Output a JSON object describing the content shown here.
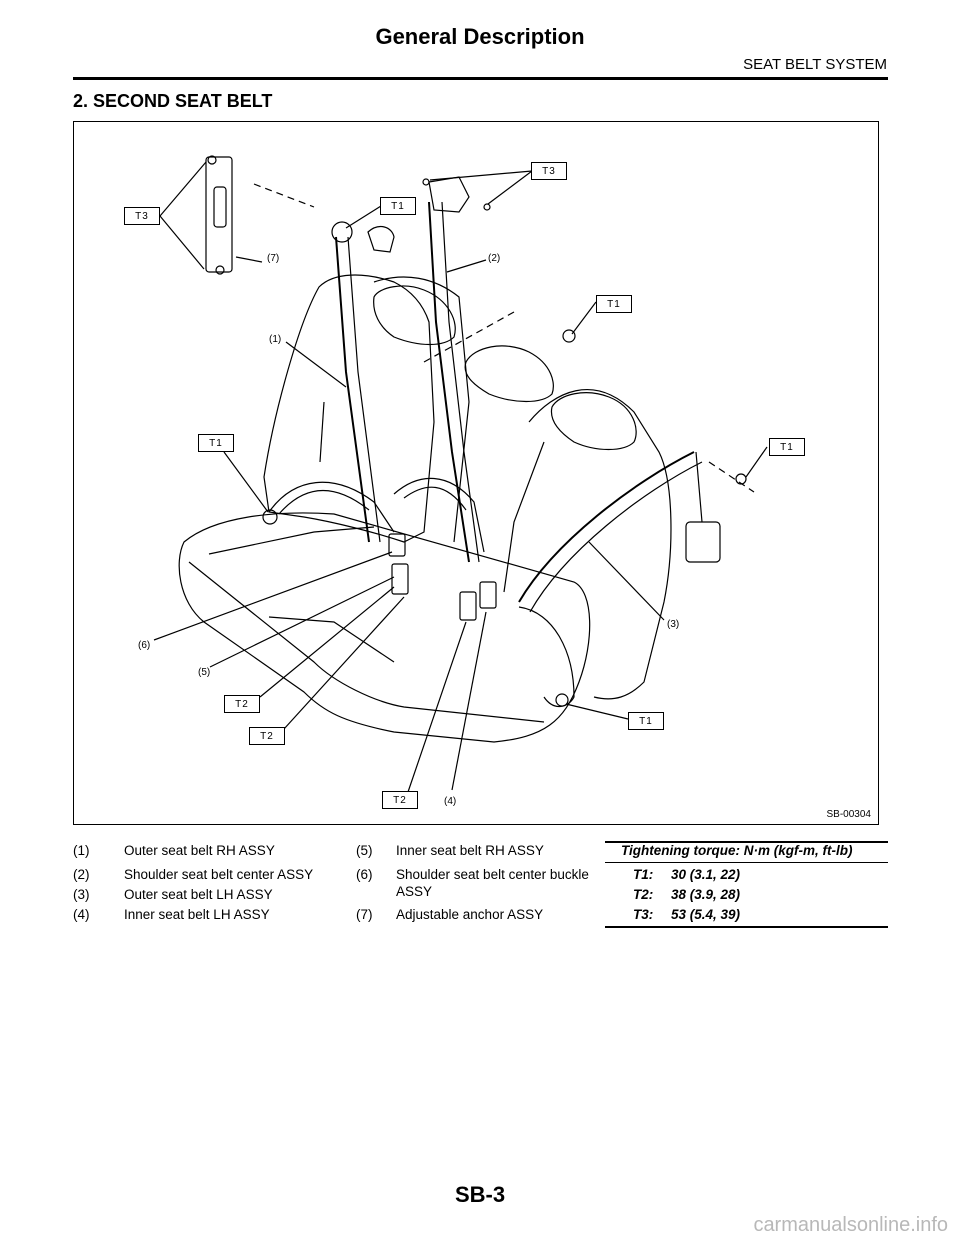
{
  "header": {
    "title": "General Description",
    "section": "SEAT BELT SYSTEM"
  },
  "section_heading": "2.  SECOND SEAT BELT",
  "figure": {
    "code": "SB-00304",
    "torque_labels": [
      "T3",
      "T1",
      "T3",
      "T1",
      "T1",
      "T1",
      "T2",
      "T2",
      "T2",
      "T1"
    ],
    "part_labels": [
      "(7)",
      "(2)",
      "(1)",
      "(3)",
      "(6)",
      "(5)",
      "(4)"
    ]
  },
  "legend": {
    "items": [
      {
        "num": "(1)",
        "text": "Outer seat belt RH ASSY"
      },
      {
        "num": "(2)",
        "text": "Shoulder seat belt center ASSY"
      },
      {
        "num": "(3)",
        "text": "Outer seat belt LH ASSY"
      },
      {
        "num": "(4)",
        "text": "Inner seat belt LH ASSY"
      },
      {
        "num": "(5)",
        "text": "Inner seat belt RH ASSY"
      },
      {
        "num": "(6)",
        "text": "Shoulder seat belt center buckle",
        "text2": "ASSY"
      },
      {
        "num": "(7)",
        "text": "Adjustable anchor ASSY"
      }
    ]
  },
  "torque": {
    "title": "Tightening torque: N·m (kgf-m, ft-lb)",
    "rows": [
      {
        "key": "T1:",
        "value": "30 (3.1, 22)"
      },
      {
        "key": "T2:",
        "value": "38 (3.9, 28)"
      },
      {
        "key": "T3:",
        "value": "53 (5.4, 39)"
      }
    ]
  },
  "page_number": "SB-3",
  "watermark": "carmanualsonline.info"
}
